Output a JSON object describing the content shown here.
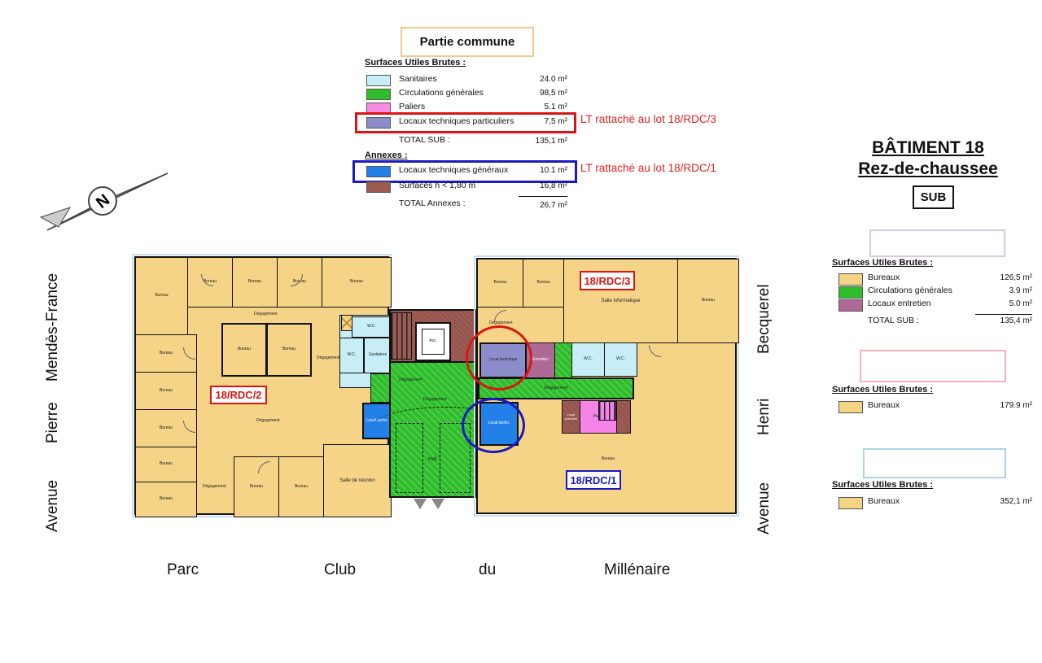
{
  "compass": {
    "north_letter": "N"
  },
  "streets": {
    "left_words": [
      "Avenue",
      "Pierre",
      "Mendès-France"
    ],
    "right_words": [
      "Avenue",
      "Henri",
      "Becquerel"
    ],
    "bottom_words": [
      "Parc",
      "Club",
      "du",
      "Millénaire"
    ]
  },
  "legend_common": {
    "title": "Partie commune",
    "sub_heading": "Surfaces Utiles Brutes :",
    "sub_rows": [
      {
        "label": "Sanitaires",
        "value": "24.0 m²",
        "color": "#C7EEF6"
      },
      {
        "label": "Circulations générales",
        "value": "98,5 m²",
        "color": "#2FBE2B"
      },
      {
        "label": "Paliers",
        "value": "5.1 m²",
        "color": "#F98CE2"
      },
      {
        "label": "Locaux techniques particuliers",
        "value": "7,5 m²",
        "color": "#8C8DCB"
      }
    ],
    "sub_total_label": "TOTAL SUB :",
    "sub_total_value": "135,1 m²",
    "annexes_heading": "Annexes :",
    "annex_rows": [
      {
        "label": "Locaux techniques généraux",
        "value": "10.1 m²",
        "color": "#2280E8"
      },
      {
        "label": "Surfaces h < 1,80 m",
        "value": "16,8 m²",
        "color": "#9C5B52"
      }
    ],
    "annex_total_label": "TOTAL Annexes :",
    "annex_total_value": "26,7 m²",
    "note_red_rdc3": "LT rattaché au lot 18/RDC/3",
    "note_red_rdc1": "LT rattaché au lot 18/RDC/1"
  },
  "title_block": {
    "line1": "BÂTIMENT 18",
    "line2": "Rez-de-chaussee",
    "badge": "SUB"
  },
  "lot_legends": [
    {
      "heading": "Surfaces Utiles Brutes :",
      "rows": [
        {
          "label": "Bureaux",
          "value": "126,5 m²",
          "color": "#F5D488"
        },
        {
          "label": "Circulations générales",
          "value": "3.9 m²",
          "color": "#2FBE2B"
        },
        {
          "label": "Locaux entretien",
          "value": "5.0 m²",
          "color": "#AE6A94"
        }
      ],
      "total_label": "TOTAL SUB :",
      "total_value": "135,4 m²",
      "box_border": "#DCC8E4"
    },
    {
      "heading": "Surfaces Utiles Brutes :",
      "rows": [
        {
          "label": "Bureaux",
          "value": "179.9 m²",
          "color": "#F5D488"
        }
      ],
      "box_border": "#F3B3C0"
    },
    {
      "heading": "Surfaces Utiles Brutes :",
      "rows": [
        {
          "label": "Bureaux",
          "value": "352,1 m²",
          "color": "#F5D488"
        }
      ],
      "box_border": "#ABD4EC"
    }
  ],
  "plan": {
    "lots": {
      "rdc2": "18/RDC/2",
      "rdc3": "18/RDC/3",
      "rdc1": "18/RDC/1"
    },
    "rooms": {
      "bureau": "Bureau",
      "degagement": "Dégagement",
      "sanitaires": "Sanitaires",
      "wc": "W.C.",
      "salle_reunion": "Salle de réunion",
      "salle_informatique": "Salle informatique",
      "local_technique": "Local technique",
      "entretien": "Entretien",
      "local_entretien": "Local entretien",
      "palier": "Palier",
      "hall": "Hall",
      "ascenseur": "Asc.",
      "local_techn": "Local techn."
    }
  },
  "colors": {
    "red_accent": "#DD1414",
    "blue_accent": "#1A1AC0",
    "plan_outline": "#C9DCEA"
  }
}
